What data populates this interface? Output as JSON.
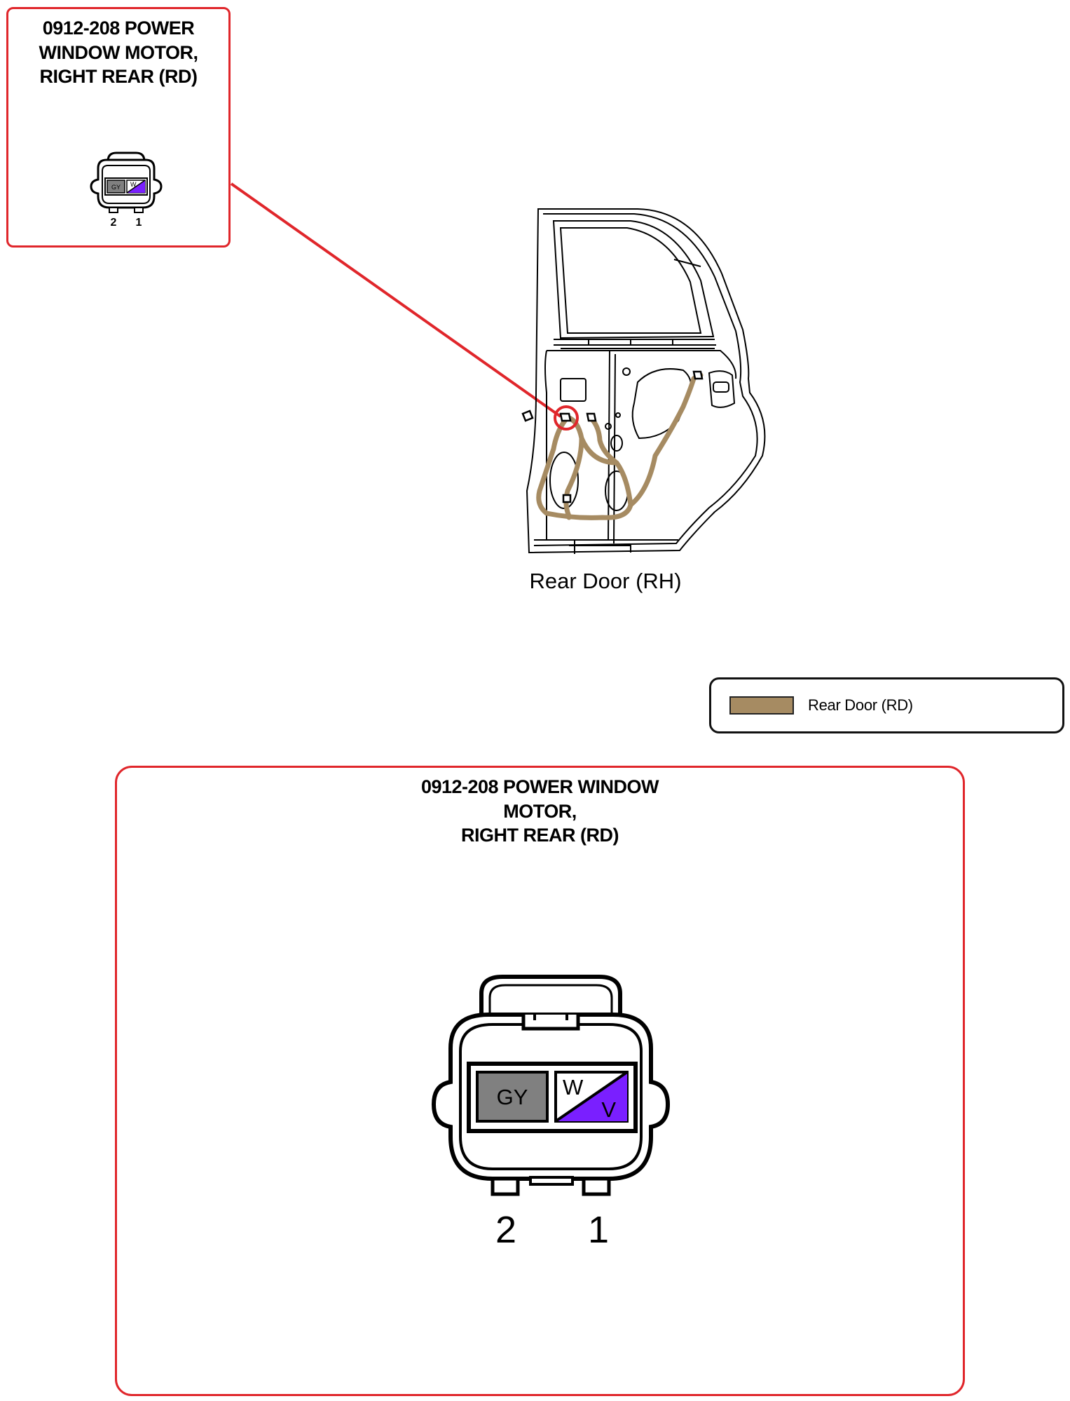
{
  "small_callout": {
    "title": "0912-208 POWER\nWINDOW MOTOR,\nRIGHT REAR (RD)",
    "pins": [
      "2",
      "1"
    ],
    "cavities": [
      {
        "pin": "2",
        "code": "GY"
      },
      {
        "pin": "1",
        "code": "W",
        "code2": "V"
      }
    ]
  },
  "door": {
    "caption": "Rear Door (RH)"
  },
  "legend": {
    "items": [
      {
        "label": "Rear Door (RD)",
        "color": "#a68b62"
      }
    ]
  },
  "large_callout": {
    "title": "0912-208 POWER WINDOW\nMOTOR,\nRIGHT REAR (RD)",
    "pins": [
      "2",
      "1"
    ],
    "cavities": [
      {
        "pin": "2",
        "code": "GY"
      },
      {
        "pin": "1",
        "code": "W",
        "code2": "V"
      }
    ]
  },
  "colors": {
    "callout_border": "#e0262b",
    "gray_wire": "#808080",
    "violet_wire": "#7a1fff",
    "harness": "#a68b62"
  }
}
